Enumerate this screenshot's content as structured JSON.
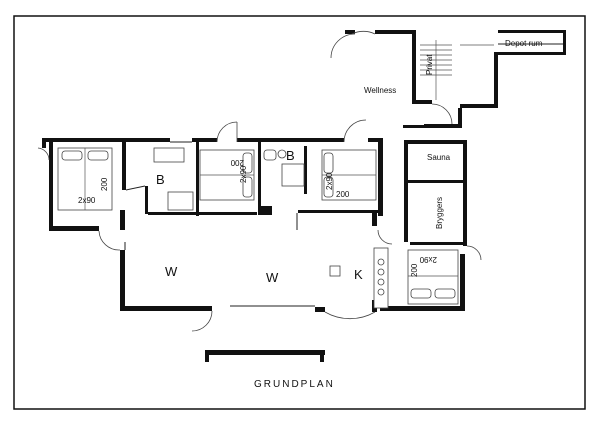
{
  "rooms": {
    "W1": "W",
    "W2": "W",
    "K": "K",
    "B1": "B",
    "B2": "B",
    "wellness": "Wellness",
    "sauna": "Sauna",
    "bryggers": "Bryggers",
    "privat": "Privat",
    "depot": "Depot rum"
  },
  "dims": {
    "bed1_w": "2x90",
    "bed1_l": "200",
    "bed2_w": "2x90",
    "bed2_l": "200",
    "bed3_w": "2x90",
    "bed3_l": "200",
    "bed4_w": "2x90",
    "bed4_l": "200"
  },
  "title": "GRUNDPLAN"
}
